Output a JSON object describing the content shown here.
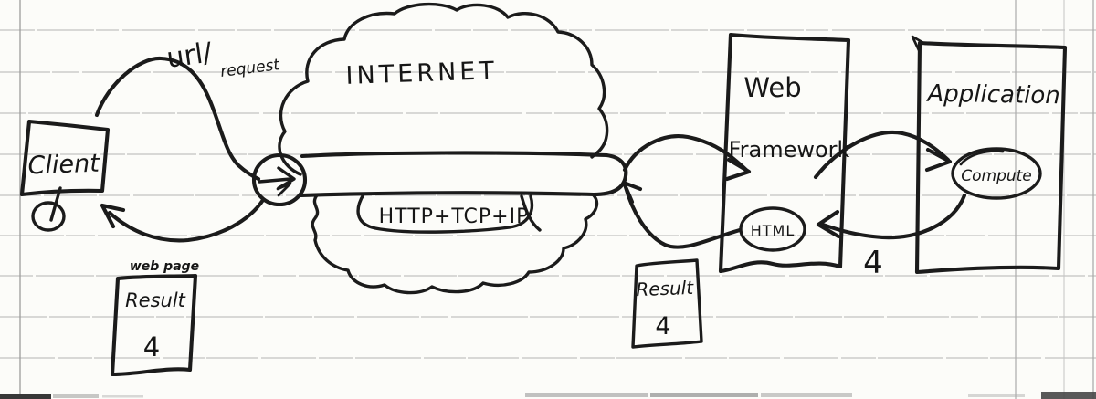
{
  "colors": {
    "ink": "#1b1b1b",
    "paper": "#fcfcf9",
    "rule_line": "#c2c2c2",
    "margin_line": "#9c9c9c"
  },
  "nodes": {
    "client": {
      "label": "Client"
    },
    "internet": {
      "label": "INTERNET",
      "protocols": "HTTP+TCP+IP"
    },
    "web_framework": {
      "label_line1": "Web",
      "label_line2": "Framework",
      "output": "HTML"
    },
    "application": {
      "label": "Application",
      "process": "Compute"
    }
  },
  "edges": {
    "request": {
      "label_main": "url/",
      "label_detail": "request"
    }
  },
  "annotations": {
    "step_number": "4",
    "result_note_middle": {
      "title": "Result",
      "value": "4"
    },
    "result_note_left": {
      "caption": "web page",
      "title": "Result",
      "value": "4"
    }
  }
}
